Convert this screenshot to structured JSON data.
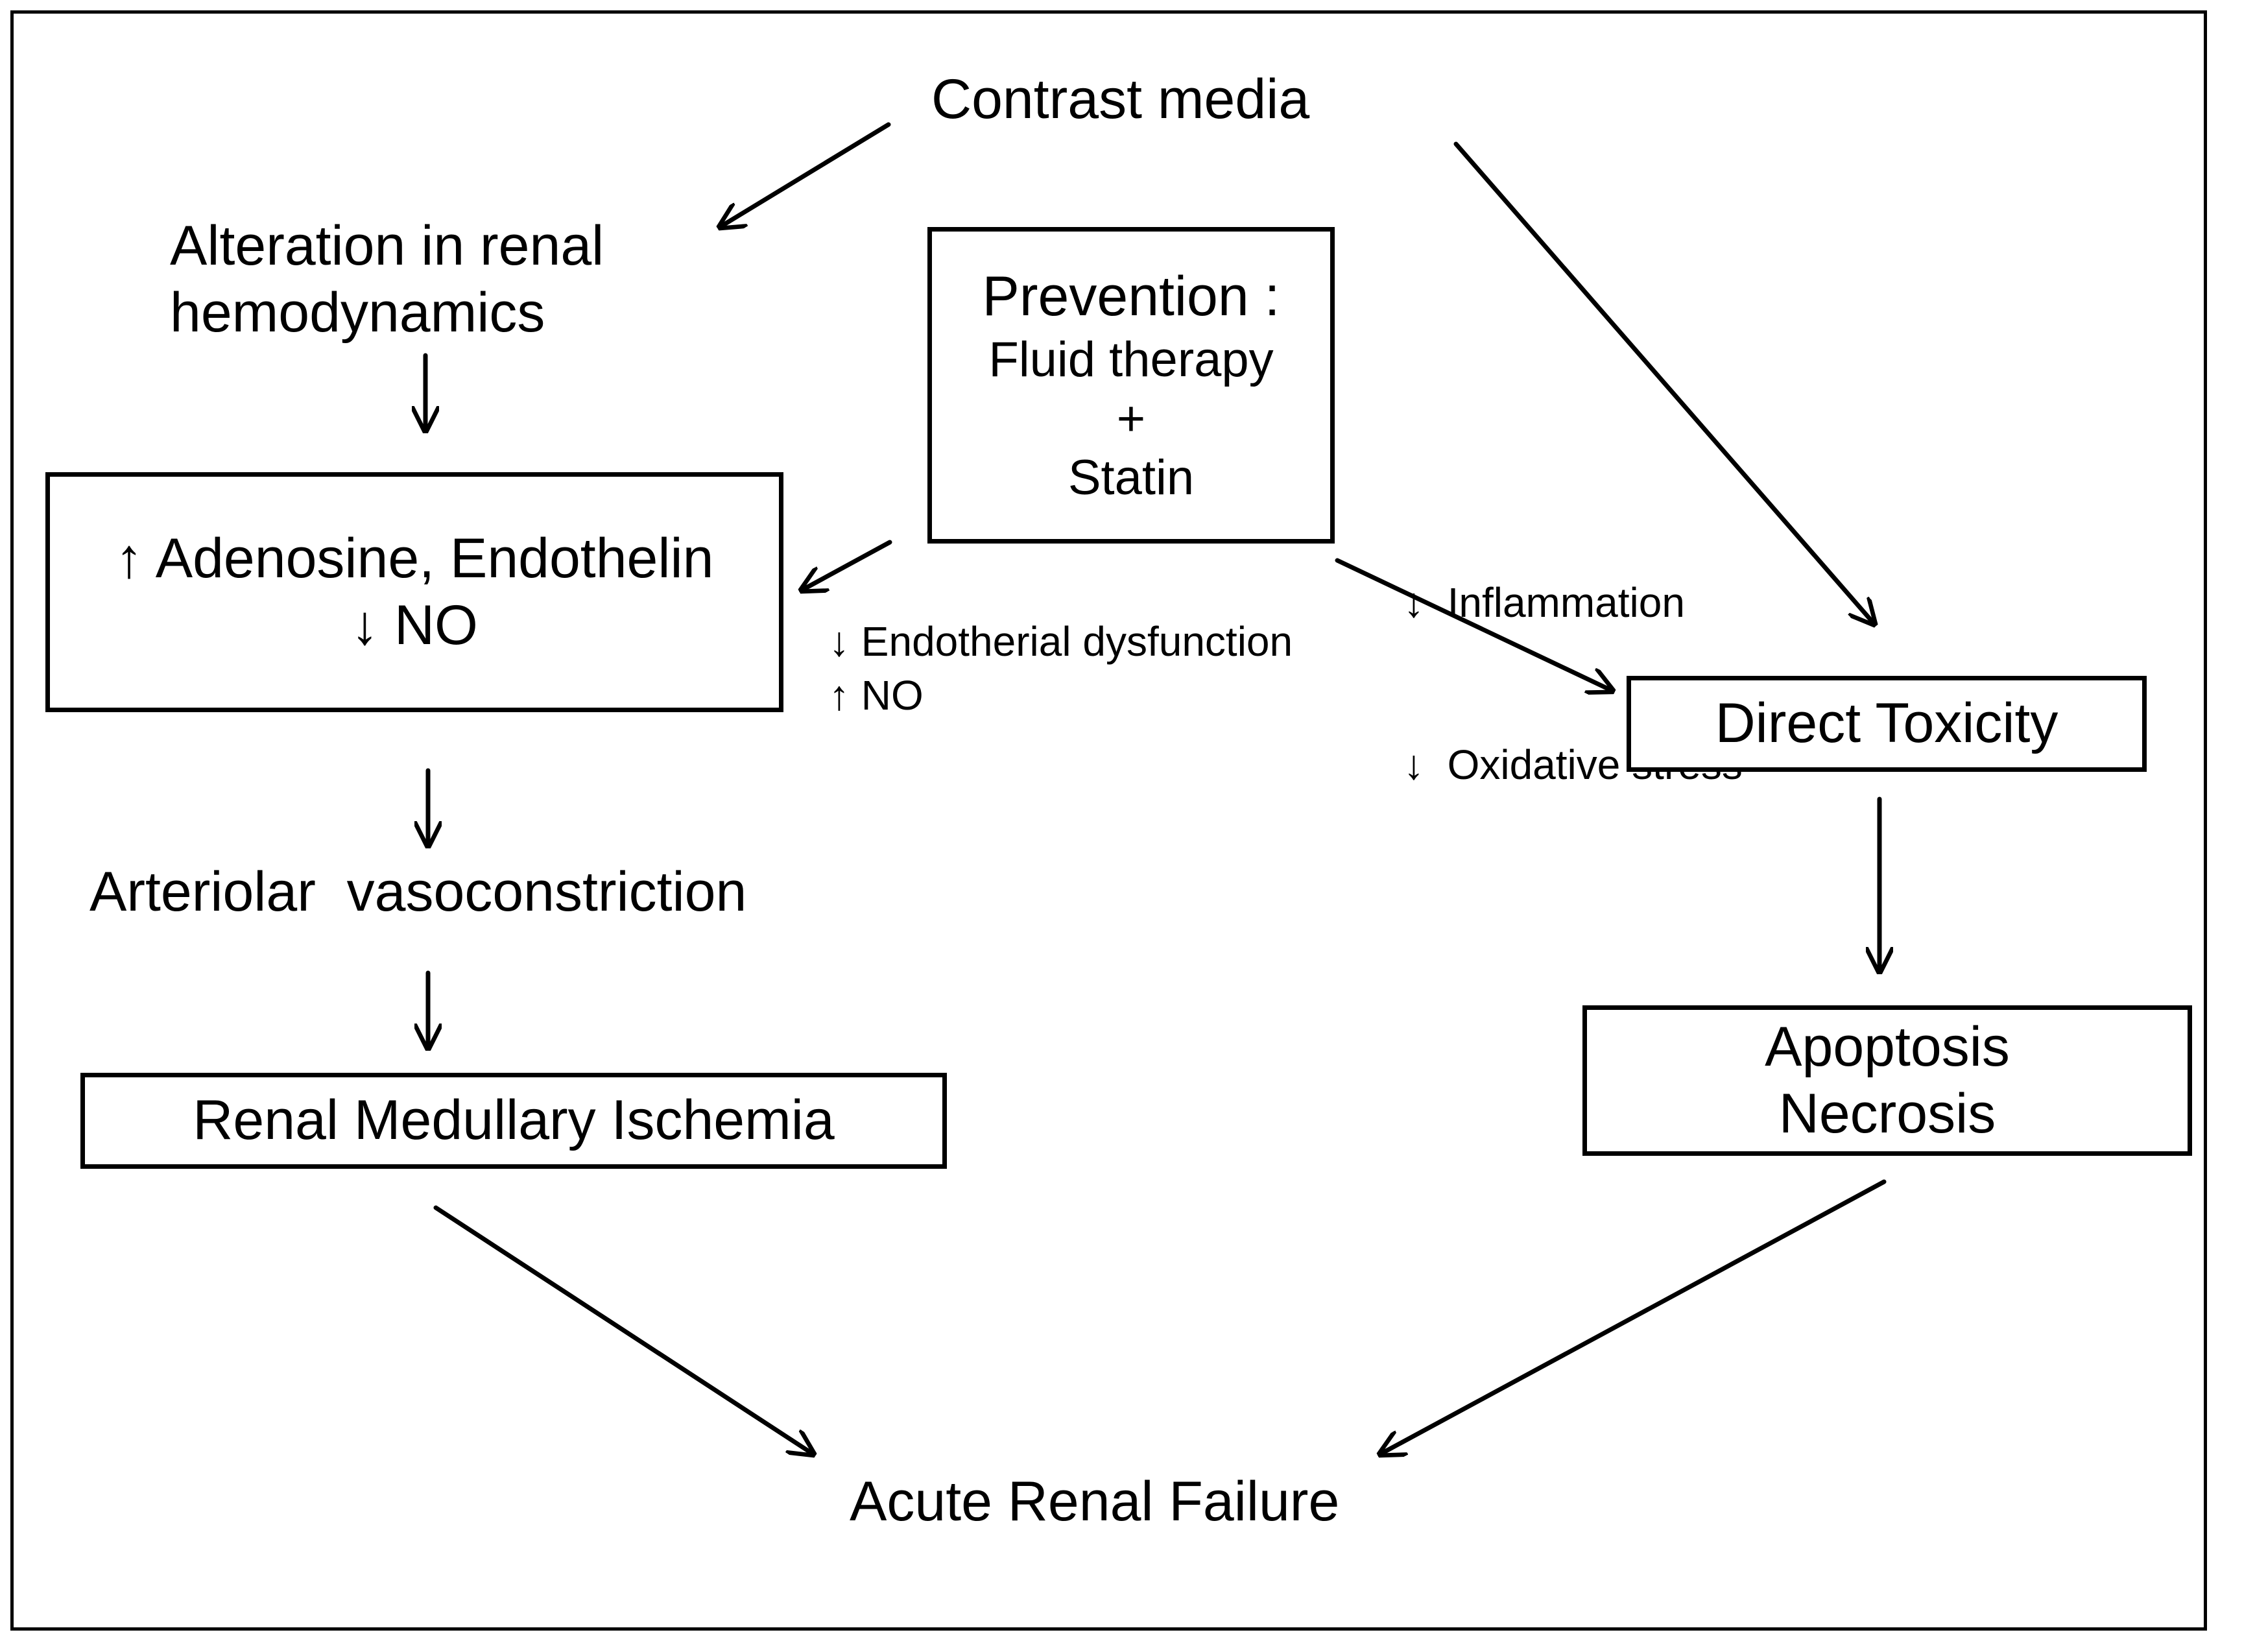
{
  "diagram": {
    "contrast_media": "Contrast media",
    "alteration": [
      "Alteration in renal",
      "hemodynamics"
    ],
    "prevention": {
      "title": "Prevention :",
      "lines": [
        "Fluid therapy",
        "+",
        "Statin"
      ]
    },
    "adenosine_box": [
      "↑ Adenosine, Endothelin",
      "↓ NO"
    ],
    "endothelial_note": [
      "↓ Endotherial dysfunction",
      "↑ NO"
    ],
    "inflammation_note": [
      "↓  Inflammation",
      "↓  Oxidative stress"
    ],
    "direct_toxicity": "Direct Toxicity",
    "arteriolar": "Arteriolar  vasoconstriction",
    "renal_medullary": "Renal Medullary Ischemia",
    "apoptosis_box": [
      "Apoptosis",
      "Necrosis"
    ],
    "acute_renal_failure": "Acute Renal Failure"
  },
  "colors": {
    "line": "#000000",
    "background": "#ffffff"
  }
}
